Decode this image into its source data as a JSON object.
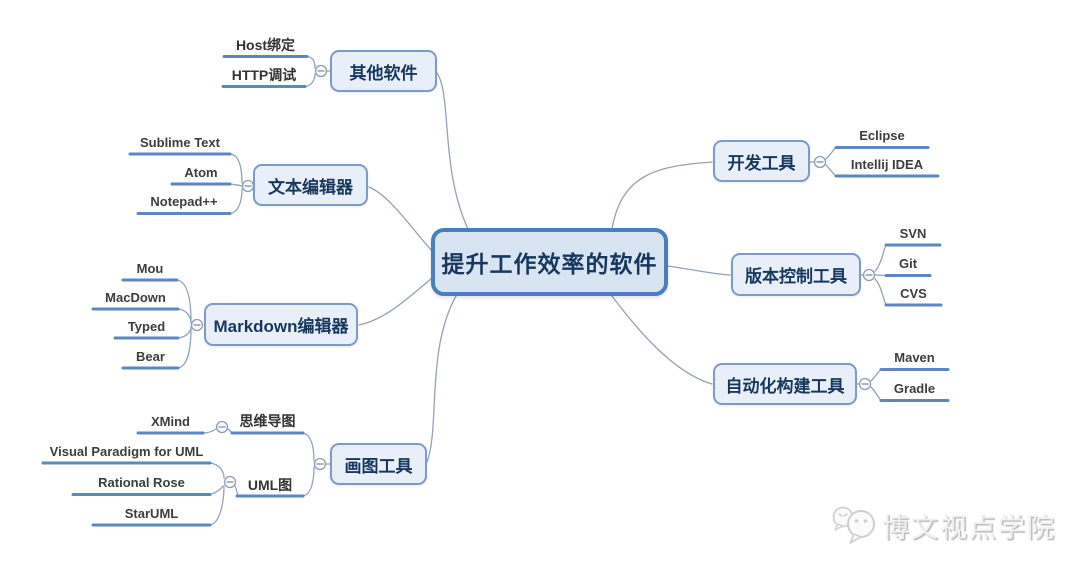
{
  "colors": {
    "root_border": "#4a7ebc",
    "root_fill": "#d9e4f2",
    "branch_border": "#7e9ac6",
    "branch_fill": "#e9eff8",
    "topic_text": "#17375e",
    "leaf_underline": "#5d87c1",
    "connector_line": "#94a2b8",
    "leaf_text": "#3d3d3d",
    "watermark_text": "#c9c9c9"
  },
  "mindmap": {
    "root": {
      "label": "提升工作效率的软件"
    },
    "branches": [
      {
        "id": "other-software",
        "label": "其他软件",
        "side": "left",
        "children": [
          "Host绑定",
          "HTTP调试"
        ]
      },
      {
        "id": "text-editor",
        "label": "文本编辑器",
        "side": "left",
        "children": [
          "Sublime Text",
          "Atom",
          "Notepad++"
        ]
      },
      {
        "id": "markdown-editor",
        "label": "Markdown编辑器",
        "side": "left",
        "children": [
          "Mou",
          "MacDown",
          "Typed",
          "Bear"
        ]
      },
      {
        "id": "drawing-tools",
        "label": "画图工具",
        "side": "left",
        "subtopics": [
          {
            "label": "思维导图",
            "children": [
              "XMind"
            ]
          },
          {
            "label": "UML图",
            "children": [
              "Visual Paradigm for UML",
              "Rational Rose",
              "StarUML"
            ]
          }
        ]
      },
      {
        "id": "dev-tools",
        "label": "开发工具",
        "side": "right",
        "children": [
          "Eclipse",
          "Intellij IDEA"
        ]
      },
      {
        "id": "version-control",
        "label": "版本控制工具",
        "side": "right",
        "children": [
          "SVN",
          "Git",
          "CVS"
        ]
      },
      {
        "id": "build-tools",
        "label": "自动化构建工具",
        "side": "right",
        "children": [
          "Maven",
          "Gradle"
        ]
      }
    ]
  },
  "watermark": {
    "brand": "博文视点学院"
  }
}
